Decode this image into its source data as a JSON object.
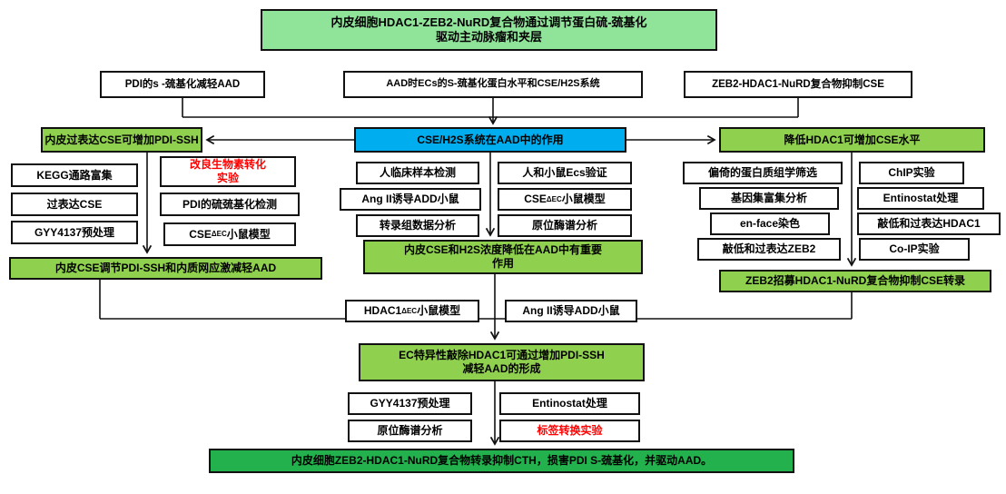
{
  "colors": {
    "title_green": "#90E49A",
    "accent_green": "#8FD14E",
    "deep_green": "#22B14C",
    "blue": "#00AEEF",
    "red_text": "#FF0000"
  },
  "nodes": {
    "title": {
      "line1": "内皮细胞HDAC1-ZEB2-NuRD复合物通过调节蛋白硫-巯基化",
      "line2": "驱动主动脉瘤和夹层"
    },
    "evidence_pdi": "PDI的s -巯基化减轻AAD",
    "evidence_aad": "AAD时ECs的S-巯基化蛋白水平和CSE/H2S系统",
    "evidence_zeb2": "ZEB2-HDAC1-NuRD复合物抑制CSE",
    "left_finding": "内皮过表达CSE可增加PDI-SSH",
    "central_question": "CSE/H2S系统在AAD中的作用",
    "right_finding": "降低HDAC1可增加CSE水平"
  },
  "methods": {
    "kegg": "KEGG通路富集",
    "overexpress_cse": "过表达CSE",
    "gyy_pre_1": "GYY4137预处理",
    "biotin_switch": {
      "line1": "改良生物素转化",
      "line2": "实验"
    },
    "pdi_detect": "PDI的硫巯基化检测",
    "cse_mouse_left": {
      "pre": "CSE",
      "sup": "ΔEC",
      "post": "小鼠模型"
    },
    "human_clinical": "人临床样本检测",
    "angii_1": "Ang II诱导ADD小鼠",
    "transcriptome": "转录组数据分析",
    "human_mouse_ecs": "人和小鼠Ecs验证",
    "cse_mouse_mid": {
      "pre": "CSE",
      "sup": "ΔEC",
      "post": "小鼠模型"
    },
    "insitu_1": "原位酶谱分析",
    "proteomics": "偏倚的蛋白质组学筛选",
    "gsea": "基因集富集分析",
    "enface": "en-face染色",
    "zeb2_kd": "敲低和过表达ZEB2",
    "chip": "ChIP实验",
    "entinostat_1": "Entinostat处理",
    "hdac1_kd": "敲低和过表达HDAC1",
    "coip": "Co-IP实验",
    "hdac1_mouse": {
      "pre": "HDAC1 ",
      "sup": "ΔEC",
      "post": "小鼠模型"
    },
    "angii_2": "Ang II诱导ADD小鼠",
    "gyy_pre_2": "GYY4137预处理",
    "entinostat_2": "Entinostat处理",
    "insitu_2": "原位酶谱分析",
    "label_switch": "标签转换实验"
  },
  "summaries": {
    "left": "内皮CSE调节PDI-SSH和内质网应激减轻AAD",
    "center": {
      "line1": "内皮CSE和H2S浓度降低在AAD中有重要",
      "line2": "作用"
    },
    "right": "ZEB2招募HDAC1-NuRD复合物抑制CSE转录",
    "ec_knockout": {
      "line1": "EC特异性敲除HDAC1可通过增加PDI-SSH",
      "line2": "减轻AAD的形成"
    },
    "conclusion": "内皮细胞ZEB2-HDAC1-NuRD复合物转录抑制CTH，损害PDI S-巯基化，并驱动AAD。"
  }
}
